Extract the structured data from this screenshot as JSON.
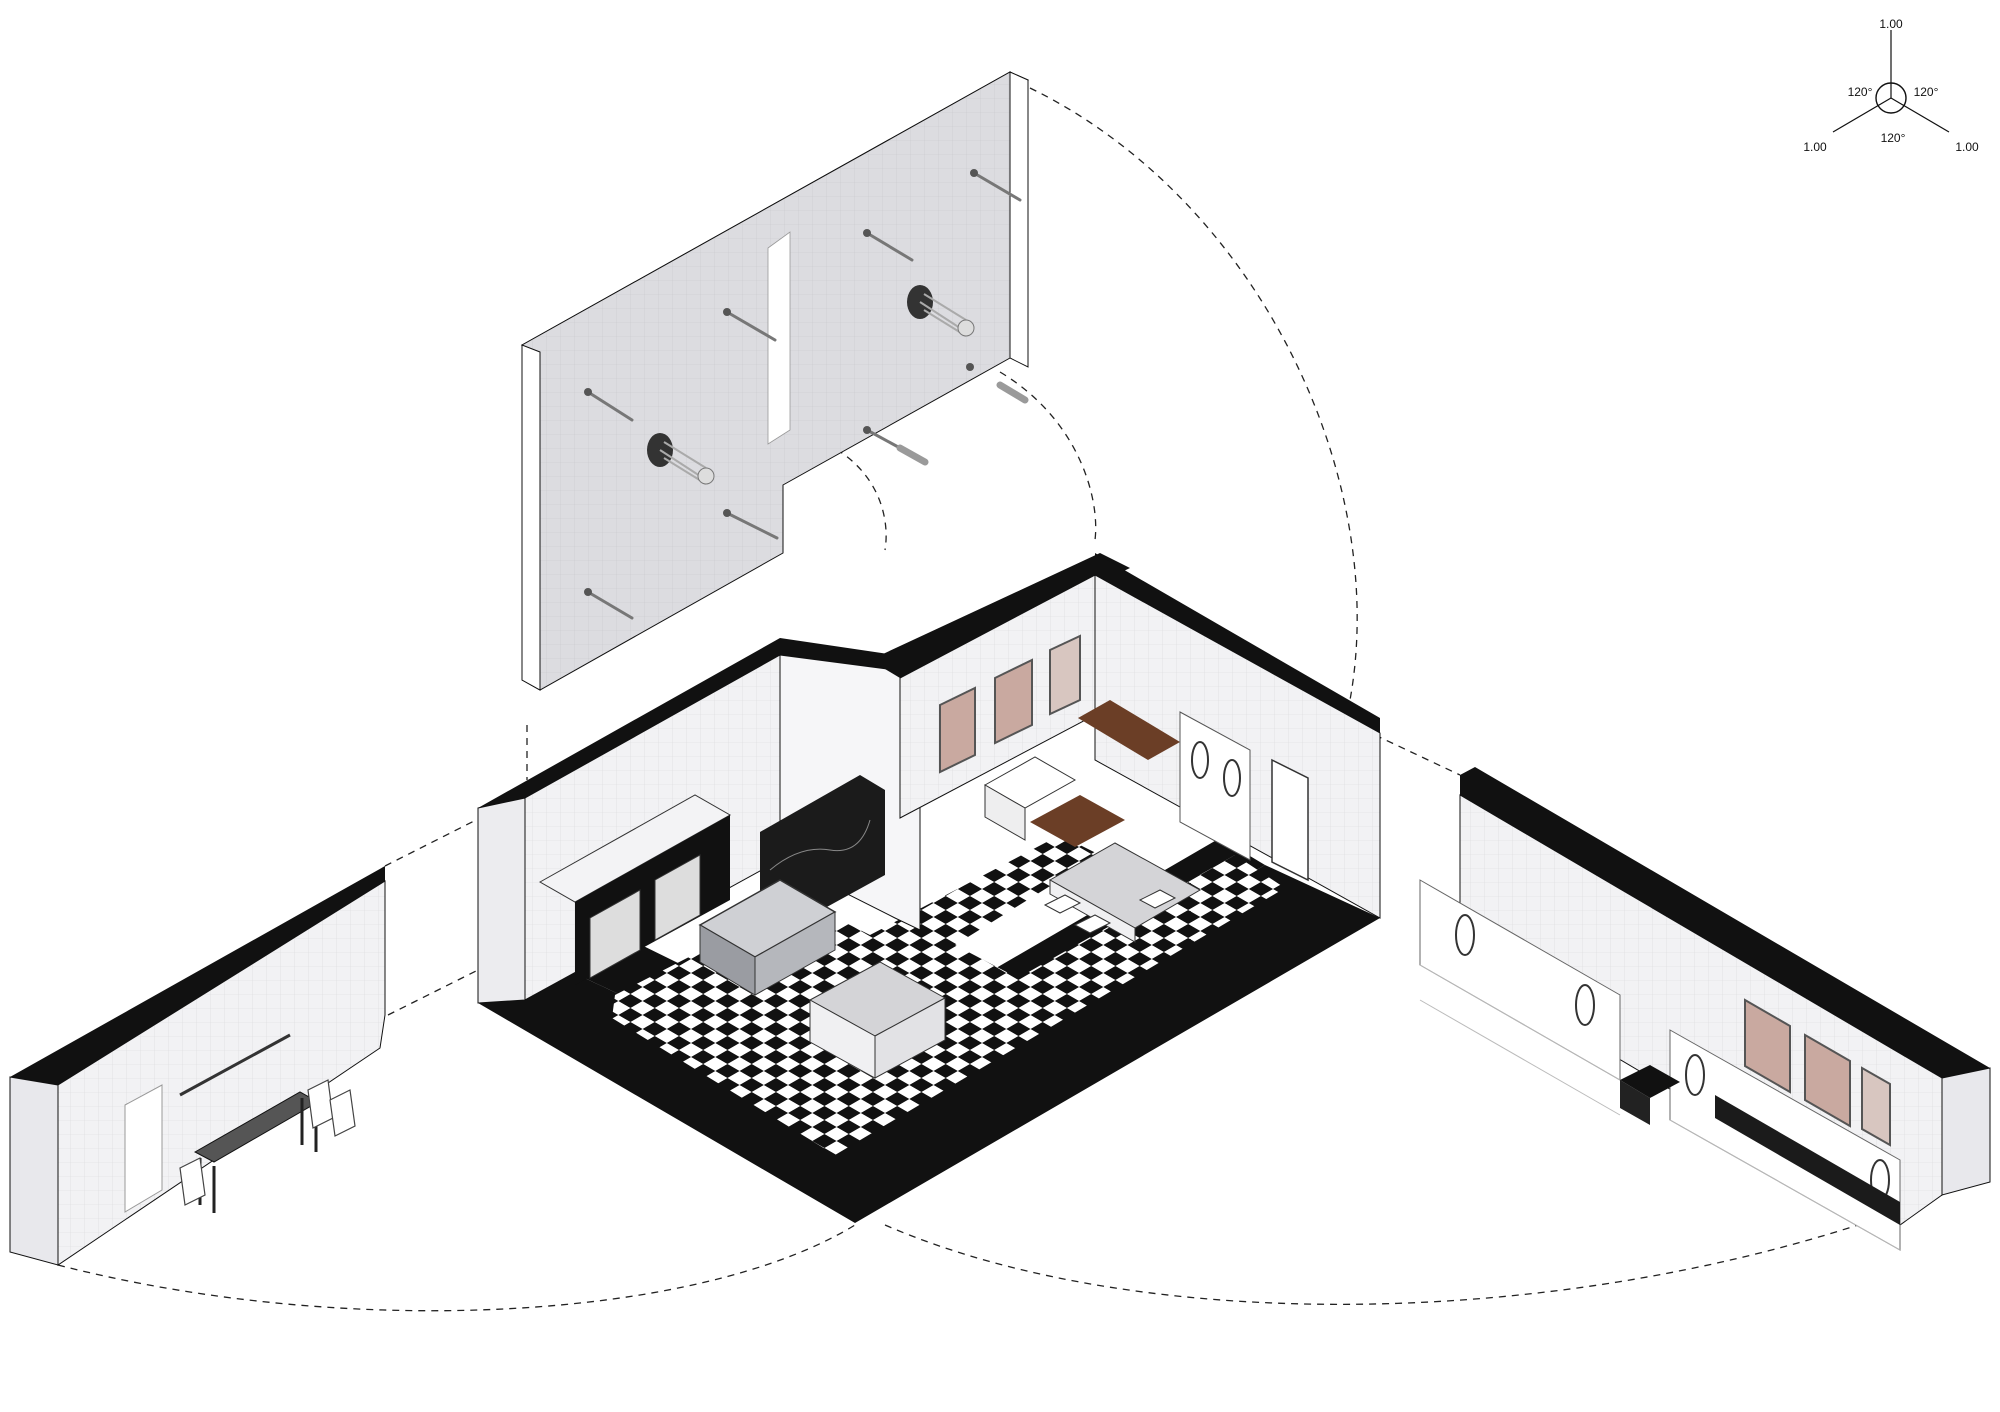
{
  "axis_legend": {
    "top_scale": "1.00",
    "left_scale": "1.00",
    "right_scale": "1.00",
    "angle_left": "120°",
    "angle_right": "120°",
    "angle_bottom": "120°"
  },
  "colors": {
    "ink": "#111111",
    "wall_face": "#f3f3f5",
    "wall_side": "#e6e6ea",
    "ceiling_panel": "#dcdce0",
    "wood": "#6b3e26",
    "marble": "#1b1b1b",
    "window_glow": "#c9a9a0"
  }
}
